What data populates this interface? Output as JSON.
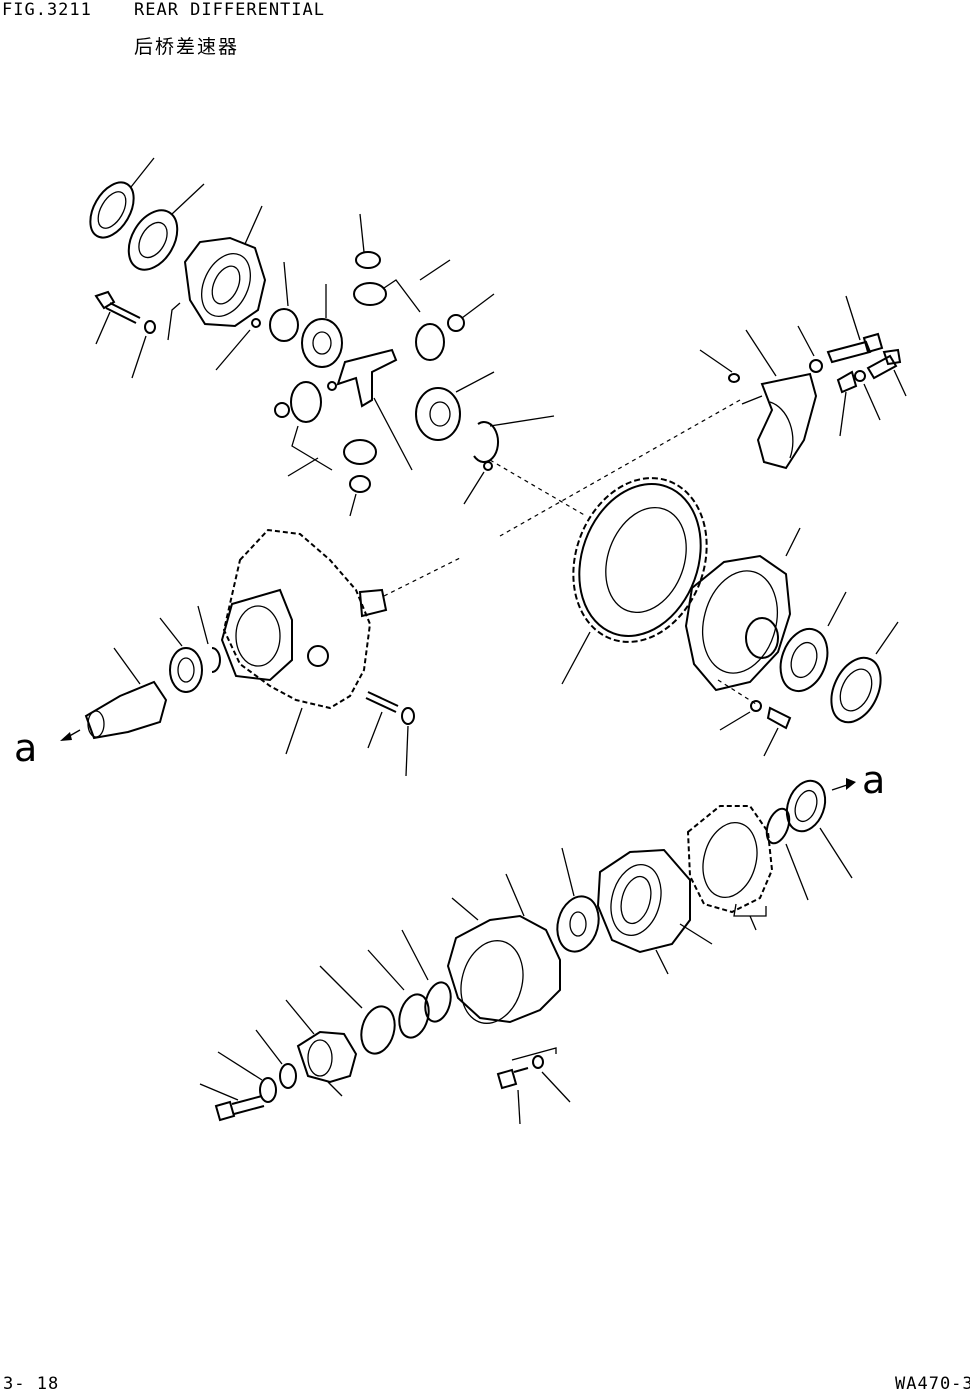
{
  "header": {
    "fig_number": "FIG.3211",
    "title": "REAR DIFFERENTIAL",
    "subtitle": "后桥差速器"
  },
  "callouts": {
    "left": "a",
    "right": "a"
  },
  "footer": {
    "page": "3- 18",
    "model": "WA470-3"
  }
}
